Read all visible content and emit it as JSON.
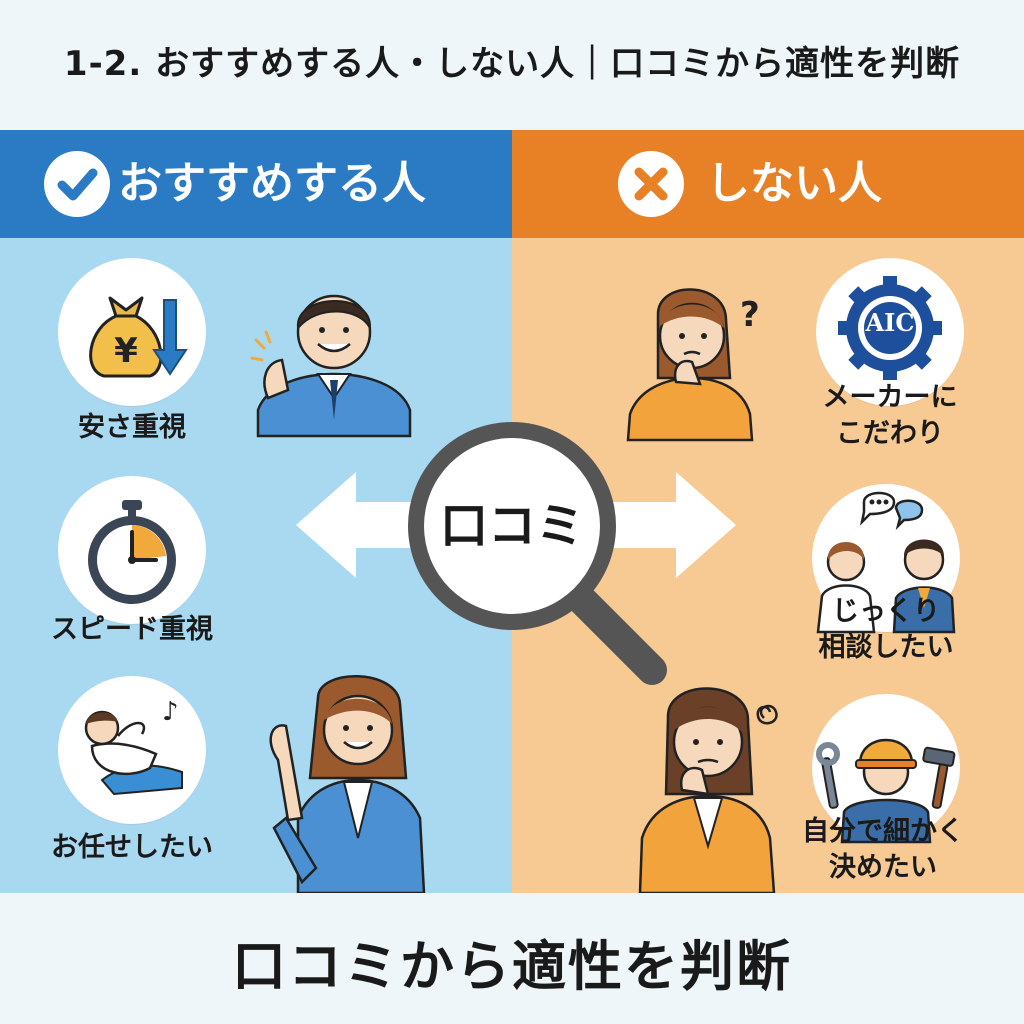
{
  "title": "1-2. おすすめする人・しない人｜口コミから適性を判断",
  "left_panel": {
    "header": "おすすめする人",
    "header_icon": "check-icon",
    "color": "#2a7bc3",
    "items": [
      {
        "label": "安さ重視",
        "icon": "money-bag-yen-down-icon"
      },
      {
        "label": "スピード重視",
        "icon": "stopwatch-icon"
      },
      {
        "label": "お任せしたい",
        "icon": "relaxing-person-icon"
      }
    ]
  },
  "right_panel": {
    "header": "しない人",
    "header_icon": "cross-icon",
    "color": "#e88026",
    "items": [
      {
        "label_lines": [
          "メーカーに",
          "こだわり"
        ],
        "icon": "manufacturer-gear-logo-icon",
        "logo_text": "AIC"
      },
      {
        "label_lines": [
          "じっくり",
          "相談したい"
        ],
        "icon": "consultation-people-icon"
      },
      {
        "label_lines": [
          "自分で細かく",
          "決めたい"
        ],
        "icon": "worker-with-tools-icon"
      }
    ]
  },
  "center": {
    "magnifier_text": "口コミ",
    "icon": "magnifying-glass-icon"
  },
  "caption": "口コミから適性を判断"
}
